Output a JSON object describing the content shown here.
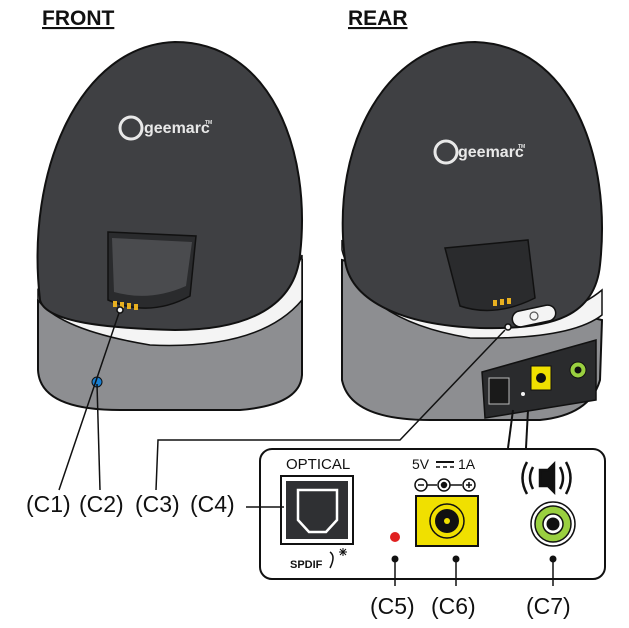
{
  "headings": {
    "front": "FRONT",
    "rear": "REAR"
  },
  "brand": {
    "logo_text": "geemarc",
    "trademark": "TM"
  },
  "inset": {
    "optical_label": "OPTICAL",
    "spdif_label": "SPDIF",
    "power_label_left": "5V",
    "power_label_right": "1A"
  },
  "callouts": {
    "c1": "(C1)",
    "c2": "(C2)",
    "c3": "(C3)",
    "c4": "(C4)",
    "c5": "(C5)",
    "c6": "(C6)",
    "c7": "(C7)"
  },
  "colors": {
    "body_dark": "#3f4043",
    "base_grey": "#8d8e91",
    "white_band": "#f4f4f4",
    "charging_pins": "#e8b020",
    "status_led_blue": "#1a7fd0",
    "status_led_red": "#e02020",
    "power_jack_yellow": "#f0e000",
    "audio_jack_green": "#9ad040"
  }
}
